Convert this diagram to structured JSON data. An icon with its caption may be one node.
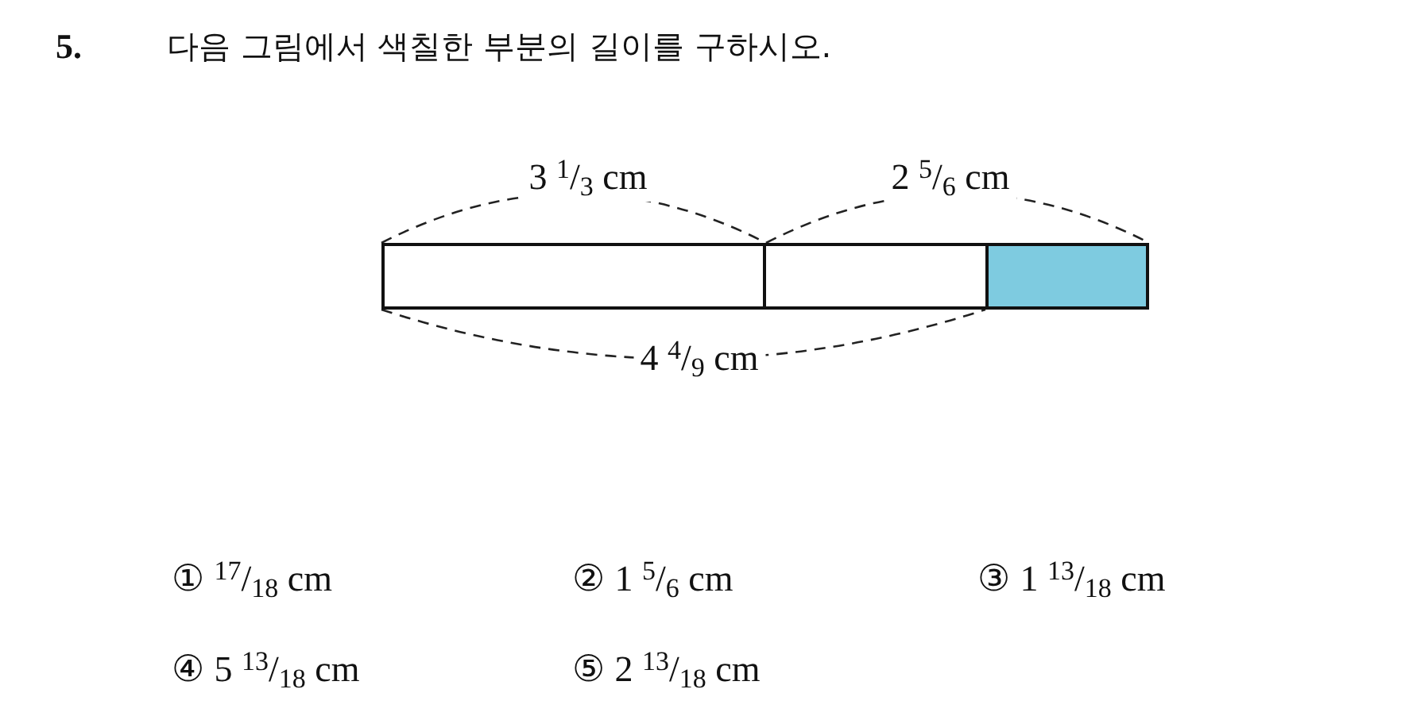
{
  "diagram": {
    "title": "다음 그림에서 색칠한 부분의 길이를 구하시오.",
    "nodes": [
      {
        "text": [],
        "shape": "box"
      },
      {
        "text": [],
        "shape": "box"
      },
      {
        "text": [],
        "shape": "box"
      }
    ],
    "edges": [],
    "labels": [
      "5.",
      "3 $^{1}$/$_{3}$ cm",
      "2 $^{5}$/$_{6}$ cm",
      "4 $^{4}$/$_{9}$ cm",
      "① $^{17}$/$_{18}$ cm",
      "② 1 $^{5}$/$_{6}$ cm",
      "③ 1 $^{13}$/$_{18}$ cm",
      "④ 5 $^{13}$/$_{18}$ cm",
      "⑤ 2 $^{13}$/$_{18}$ cm"
    ]
  }
}
